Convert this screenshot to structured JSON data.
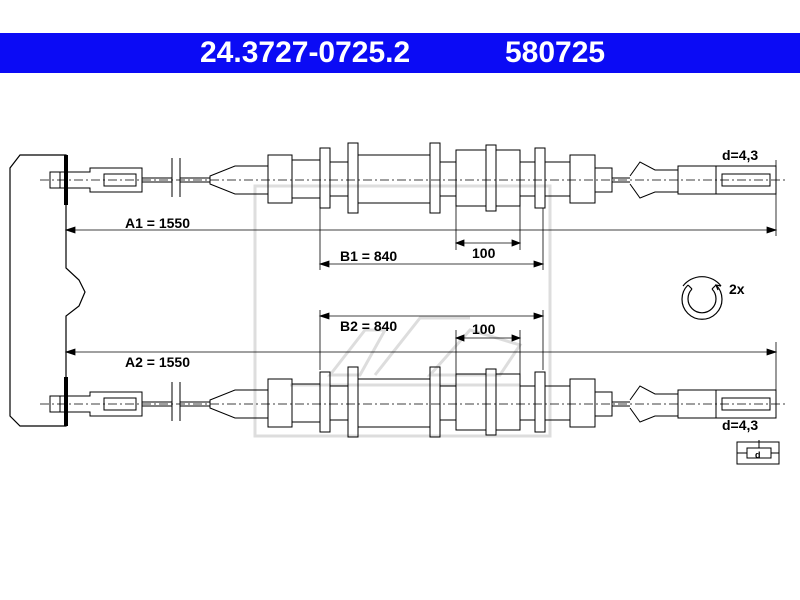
{
  "header": {
    "part_number": "24.3727-0725.2",
    "ref_number": "580725",
    "background": "#0b0bf5",
    "text_color": "#ffffff"
  },
  "cable_upper": {
    "length_label": "A1 = 1550",
    "sleeve_label": "B1 = 840",
    "segment_label": "100",
    "diameter_label": "d=4,3"
  },
  "cable_lower": {
    "length_label": "A2 = 1550",
    "sleeve_label": "B2 = 840",
    "segment_label": "100",
    "diameter_label": "d=4,3",
    "clip_label": "d"
  },
  "clip": {
    "quantity_label": "2x",
    "icon": "retaining-clip-icon"
  }
}
